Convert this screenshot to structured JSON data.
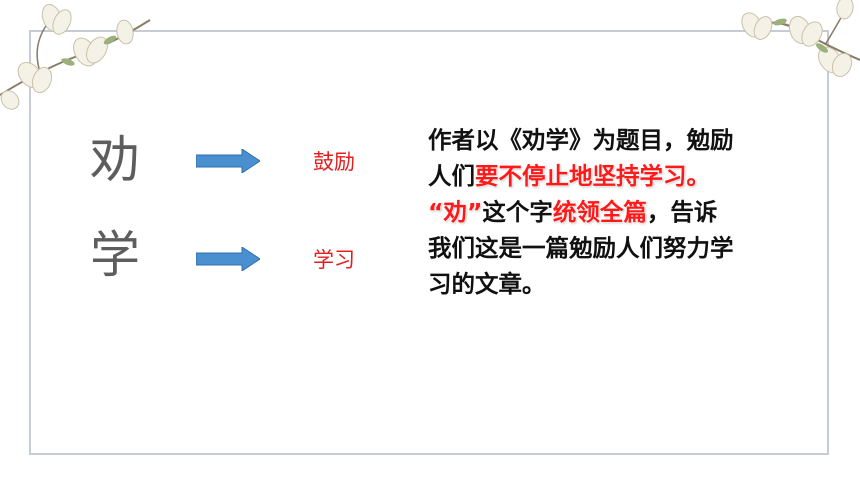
{
  "slide": {
    "characters": [
      {
        "char": "劝",
        "meaning": "鼓励"
      },
      {
        "char": "学",
        "meaning": "学习"
      }
    ],
    "explanation": {
      "line1": "作者以《劝学》为题目，勉励",
      "line2_prefix": "人们",
      "line2_highlight": "要不停止地坚持学习。",
      "line3_quote": "“劝”",
      "line3_mid": "这个字",
      "line3_highlight": "统领全篇",
      "line3_suffix": "，告诉",
      "line4": "我们这是一篇勉励人们努力学",
      "line5": "习的文章。"
    }
  },
  "colors": {
    "highlight": "#ff1a1a",
    "arrow": "#4a8fcf",
    "frame": "#c5ccd6",
    "char": "#5d5d5d"
  },
  "icons": {
    "arrow": "right-arrow-icon",
    "decoration": "magnolia-flower-decoration"
  }
}
